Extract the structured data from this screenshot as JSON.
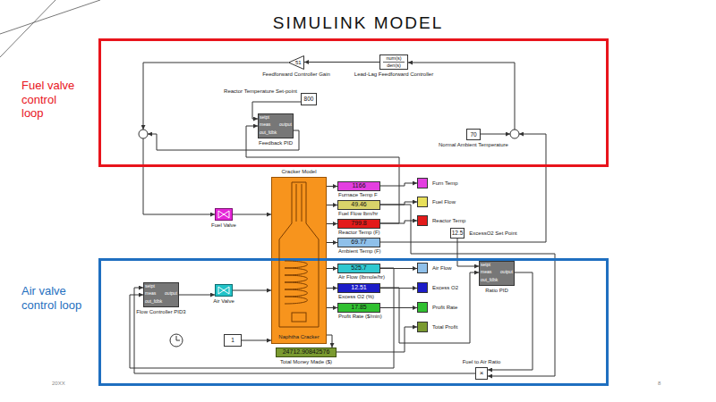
{
  "diagram": {
    "title": "SIMULINK MODEL",
    "nodes": [
      {
        "text": [
          "Fuel valve control loop"
        ]
      },
      {
        "text": [
          "51",
          "Feedforward Controller Gain"
        ],
        "in": 0
      },
      {
        "text": [
          "num(s)",
          "den(s)",
          "Lead-Lag Feedforward Controller"
        ],
        "in": 0
      },
      {
        "text": [
          "Reactor Temperature Set-point",
          "800"
        ],
        "in": 0
      },
      {
        "text": [
          "setpt",
          "meas",
          "output",
          "out_fdbk",
          "Feedback PID"
        ],
        "in": 0
      },
      {
        "text": [
          "70",
          "Normal Ambient Temperature"
        ],
        "in": 0
      },
      {
        "text": [
          "Cracker Model",
          "Naphtha Cracker"
        ]
      },
      {
        "text": [
          "Fuel Valve"
        ]
      },
      {
        "text": [
          "1166",
          "Furnace Temp F"
        ]
      },
      {
        "text": [
          "49.46",
          "Fuel Flow lbm/hr"
        ]
      },
      {
        "text": [
          "799.8",
          "Reactor Temp (F)"
        ]
      },
      {
        "text": [
          "69.77",
          "Ambient Temp (F)"
        ]
      },
      {
        "text": [
          "Furn Temp"
        ]
      },
      {
        "text": [
          "Fuel Flow"
        ]
      },
      {
        "text": [
          "Reactor Temp"
        ]
      },
      {
        "text": [
          "12.5",
          "ExcessO2 Set Point"
        ]
      },
      {
        "text": [
          "Air valve control loop"
        ]
      },
      {
        "text": [
          "setpt",
          "meas",
          "output",
          "out_fdbk",
          "Flow Controller PID3"
        ],
        "in": 16
      },
      {
        "text": [
          "Air Valve"
        ],
        "in": 16
      },
      {
        "text": [
          "525.7",
          "Air Flow (lbmole/hr)"
        ],
        "in": 16
      },
      {
        "text": [
          "12.51",
          "Excess O2 (%)"
        ],
        "in": 16
      },
      {
        "text": [
          "17.85",
          "Profit Rate ($/min)"
        ],
        "in": 16
      },
      {
        "text": [
          "Air Flow"
        ],
        "in": 16
      },
      {
        "text": [
          "Excess O2"
        ],
        "in": 16
      },
      {
        "text": [
          "Profit Rate"
        ],
        "in": 16
      },
      {
        "text": [
          "Total Profit"
        ],
        "in": 16
      },
      {
        "text": [
          "setpt",
          "meas",
          "output",
          "out_fdbk",
          "Ratio PID"
        ],
        "in": 16
      },
      {
        "text": [
          "1"
        ],
        "in": 16
      },
      {
        "text": [
          "24712.90842576",
          "Total Money Made ($)"
        ],
        "in": 16
      },
      {
        "text": [
          "Fuel to Air Ratio",
          "×"
        ],
        "in": 16
      }
    ],
    "edges": [
      {
        "from": 2,
        "to": 1,
        "arrow": "to"
      },
      {
        "from": 3,
        "to": 4,
        "arrow": "to"
      },
      {
        "from": 10,
        "to": 4,
        "arrow": "to"
      },
      {
        "from": 7,
        "to": 6,
        "arrow": "to"
      },
      {
        "from": 6,
        "to": 8,
        "arrow": "to"
      },
      {
        "from": 6,
        "to": 9,
        "arrow": "to"
      },
      {
        "from": 6,
        "to": 10,
        "arrow": "to"
      },
      {
        "from": 6,
        "to": 11,
        "arrow": "to"
      },
      {
        "from": 6,
        "to": 19,
        "arrow": "to"
      },
      {
        "from": 6,
        "to": 20,
        "arrow": "to"
      },
      {
        "from": 6,
        "to": 21,
        "arrow": "to"
      },
      {
        "from": 6,
        "to": 28,
        "arrow": "to"
      },
      {
        "from": 8,
        "to": 12,
        "arrow": "to"
      },
      {
        "from": 9,
        "to": 13,
        "arrow": "to"
      },
      {
        "from": 10,
        "to": 14,
        "arrow": "to"
      },
      {
        "from": 19,
        "to": 22,
        "arrow": "to"
      },
      {
        "from": 20,
        "to": 23,
        "arrow": "to"
      },
      {
        "from": 21,
        "to": 24,
        "arrow": "to"
      },
      {
        "from": 28,
        "to": 25,
        "arrow": "to"
      },
      {
        "from": 15,
        "to": 26,
        "arrow": "to"
      },
      {
        "from": 20,
        "to": 26,
        "arrow": "to"
      },
      {
        "from": 26,
        "to": 29,
        "arrow": "to"
      },
      {
        "from": 9,
        "to": 29,
        "arrow": "to"
      },
      {
        "from": 29,
        "to": 17,
        "arrow": "to"
      },
      {
        "from": 19,
        "to": 17,
        "arrow": "to"
      },
      {
        "from": 17,
        "to": 18,
        "arrow": "to"
      },
      {
        "from": 18,
        "to": 6,
        "arrow": "to"
      },
      {
        "from": 27,
        "to": 6,
        "arrow": "to"
      }
    ],
    "labels": [
      "20XX",
      "8"
    ]
  }
}
